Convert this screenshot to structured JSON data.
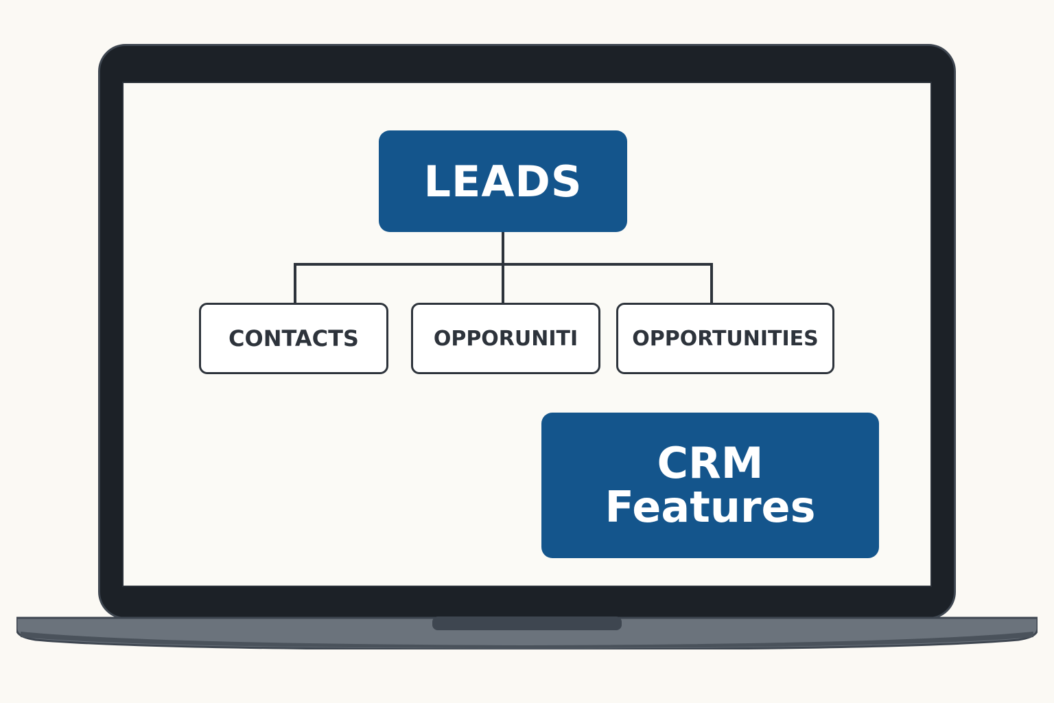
{
  "diagram": {
    "root": {
      "label": "LEADS"
    },
    "children": [
      {
        "label": "CONTACTS"
      },
      {
        "label": "OPPORUNITI"
      },
      {
        "label": "OPPORTUNITIES"
      }
    ],
    "feature_box": {
      "line1": "CRM",
      "line2": "Features"
    }
  },
  "colors": {
    "primary_blue": "#14558c",
    "outline_dark": "#2d333b",
    "screen_bg": "#fbfaf6",
    "bezel": "#1c2127",
    "base": "#6b737c"
  }
}
